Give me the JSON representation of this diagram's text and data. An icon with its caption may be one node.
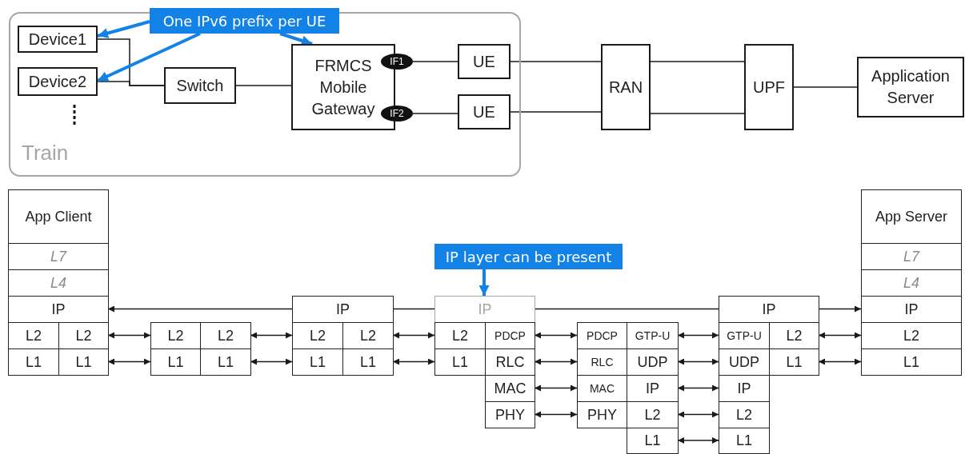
{
  "diagram": {
    "nodes": [
      {
        "text": [
          "Train"
        ]
      },
      {
        "text": [
          "Device1"
        ],
        "in": 0
      },
      {
        "text": [
          "Device2"
        ],
        "in": 0
      },
      {
        "text": [
          "Switch"
        ],
        "in": 0
      },
      {
        "text": [
          "FRMCS Mobile Gateway"
        ],
        "in": 0
      },
      {
        "text": [
          "IF1"
        ],
        "in": 0
      },
      {
        "text": [
          "IF2"
        ],
        "in": 0
      },
      {
        "text": [
          "UE"
        ],
        "in": 0
      },
      {
        "text": [
          "UE"
        ],
        "in": 0
      },
      {
        "text": [
          "RAN"
        ]
      },
      {
        "text": [
          "UPF"
        ]
      },
      {
        "text": [
          "Application Server"
        ]
      },
      {
        "text": [
          "One IPv6 prefix per UE"
        ]
      },
      {
        "text": [
          "App Client"
        ]
      },
      {
        "text": [
          "L7"
        ]
      },
      {
        "text": [
          "L4"
        ]
      },
      {
        "text": [
          "IP"
        ]
      },
      {
        "text": [
          "L2"
        ]
      },
      {
        "text": [
          "L2"
        ]
      },
      {
        "text": [
          "L1"
        ]
      },
      {
        "text": [
          "L1"
        ]
      },
      {
        "text": [
          "L2"
        ]
      },
      {
        "text": [
          "L2"
        ]
      },
      {
        "text": [
          "L1"
        ]
      },
      {
        "text": [
          "L1"
        ]
      },
      {
        "text": [
          "IP"
        ]
      },
      {
        "text": [
          "L2"
        ]
      },
      {
        "text": [
          "L2"
        ]
      },
      {
        "text": [
          "L1"
        ]
      },
      {
        "text": [
          "L1"
        ]
      },
      {
        "text": [
          "IP layer can be present"
        ]
      },
      {
        "text": [
          "IP"
        ]
      },
      {
        "text": [
          "L2"
        ]
      },
      {
        "text": [
          "PDCP"
        ]
      },
      {
        "text": [
          "L1"
        ]
      },
      {
        "text": [
          "RLC"
        ]
      },
      {
        "text": [
          "MAC"
        ]
      },
      {
        "text": [
          "PHY"
        ]
      },
      {
        "text": [
          "PDCP"
        ]
      },
      {
        "text": [
          "GTP-U"
        ]
      },
      {
        "text": [
          "RLC"
        ]
      },
      {
        "text": [
          "UDP"
        ]
      },
      {
        "text": [
          "MAC"
        ]
      },
      {
        "text": [
          "IP"
        ]
      },
      {
        "text": [
          "PHY"
        ]
      },
      {
        "text": [
          "L2"
        ]
      },
      {
        "text": [
          "L1"
        ]
      },
      {
        "text": [
          "IP"
        ]
      },
      {
        "text": [
          "GTP-U"
        ]
      },
      {
        "text": [
          "L2"
        ]
      },
      {
        "text": [
          "UDP"
        ]
      },
      {
        "text": [
          "L1"
        ]
      },
      {
        "text": [
          "IP"
        ]
      },
      {
        "text": [
          "L2"
        ]
      },
      {
        "text": [
          "L1"
        ]
      },
      {
        "text": [
          "App Server"
        ]
      },
      {
        "text": [
          "L7"
        ]
      },
      {
        "text": [
          "L4"
        ]
      },
      {
        "text": [
          "IP"
        ]
      },
      {
        "text": [
          "L2"
        ]
      },
      {
        "text": [
          "L1"
        ]
      }
    ],
    "edges": [
      {
        "from": 1,
        "to": 3,
        "arrow": "none"
      },
      {
        "from": 2,
        "to": 3,
        "arrow": "none"
      },
      {
        "from": 3,
        "to": 4,
        "arrow": "none"
      },
      {
        "from": 5,
        "to": 7,
        "arrow": "none"
      },
      {
        "from": 6,
        "to": 8,
        "arrow": "none"
      },
      {
        "from": 7,
        "to": 9,
        "arrow": "none"
      },
      {
        "from": 8,
        "to": 9,
        "arrow": "none"
      },
      {
        "from": 9,
        "to": 10,
        "arrow": "none"
      },
      {
        "from": 9,
        "to": 10,
        "arrow": "none"
      },
      {
        "from": 10,
        "to": 11,
        "arrow": "none"
      },
      {
        "from": 12,
        "to": 1,
        "arrow": "to",
        "style": "thick",
        "color": "#1382e6"
      },
      {
        "from": 12,
        "to": 2,
        "arrow": "to",
        "style": "thick",
        "color": "#1382e6"
      },
      {
        "from": 12,
        "to": 4,
        "arrow": "to",
        "style": "thick",
        "color": "#1382e6"
      },
      {
        "from": 30,
        "to": 31,
        "arrow": "to",
        "style": "thick",
        "color": "#1382e6"
      },
      {
        "from": 25,
        "to": 16,
        "arrow": "to"
      },
      {
        "from": 25,
        "to": 31,
        "arrow": "none"
      },
      {
        "from": 31,
        "to": 47,
        "arrow": "none"
      },
      {
        "from": 47,
        "to": 58,
        "arrow": "to"
      },
      {
        "from": 18,
        "to": 21,
        "arrow": "both"
      },
      {
        "from": 20,
        "to": 23,
        "arrow": "both"
      },
      {
        "from": 22,
        "to": 26,
        "arrow": "both"
      },
      {
        "from": 24,
        "to": 28,
        "arrow": "both"
      },
      {
        "from": 27,
        "to": 32,
        "arrow": "both"
      },
      {
        "from": 29,
        "to": 34,
        "arrow": "both"
      },
      {
        "from": 33,
        "to": 38,
        "arrow": "both"
      },
      {
        "from": 35,
        "to": 40,
        "arrow": "both"
      },
      {
        "from": 36,
        "to": 42,
        "arrow": "both"
      },
      {
        "from": 37,
        "to": 44,
        "arrow": "both"
      },
      {
        "from": 39,
        "to": 48,
        "arrow": "both"
      },
      {
        "from": 41,
        "to": 50,
        "arrow": "both"
      },
      {
        "from": 43,
        "to": 52,
        "arrow": "both"
      },
      {
        "from": 45,
        "to": 53,
        "arrow": "both"
      },
      {
        "from": 46,
        "to": 54,
        "arrow": "both"
      },
      {
        "from": 49,
        "to": 59,
        "arrow": "both"
      },
      {
        "from": 51,
        "to": 60,
        "arrow": "both"
      }
    ]
  }
}
